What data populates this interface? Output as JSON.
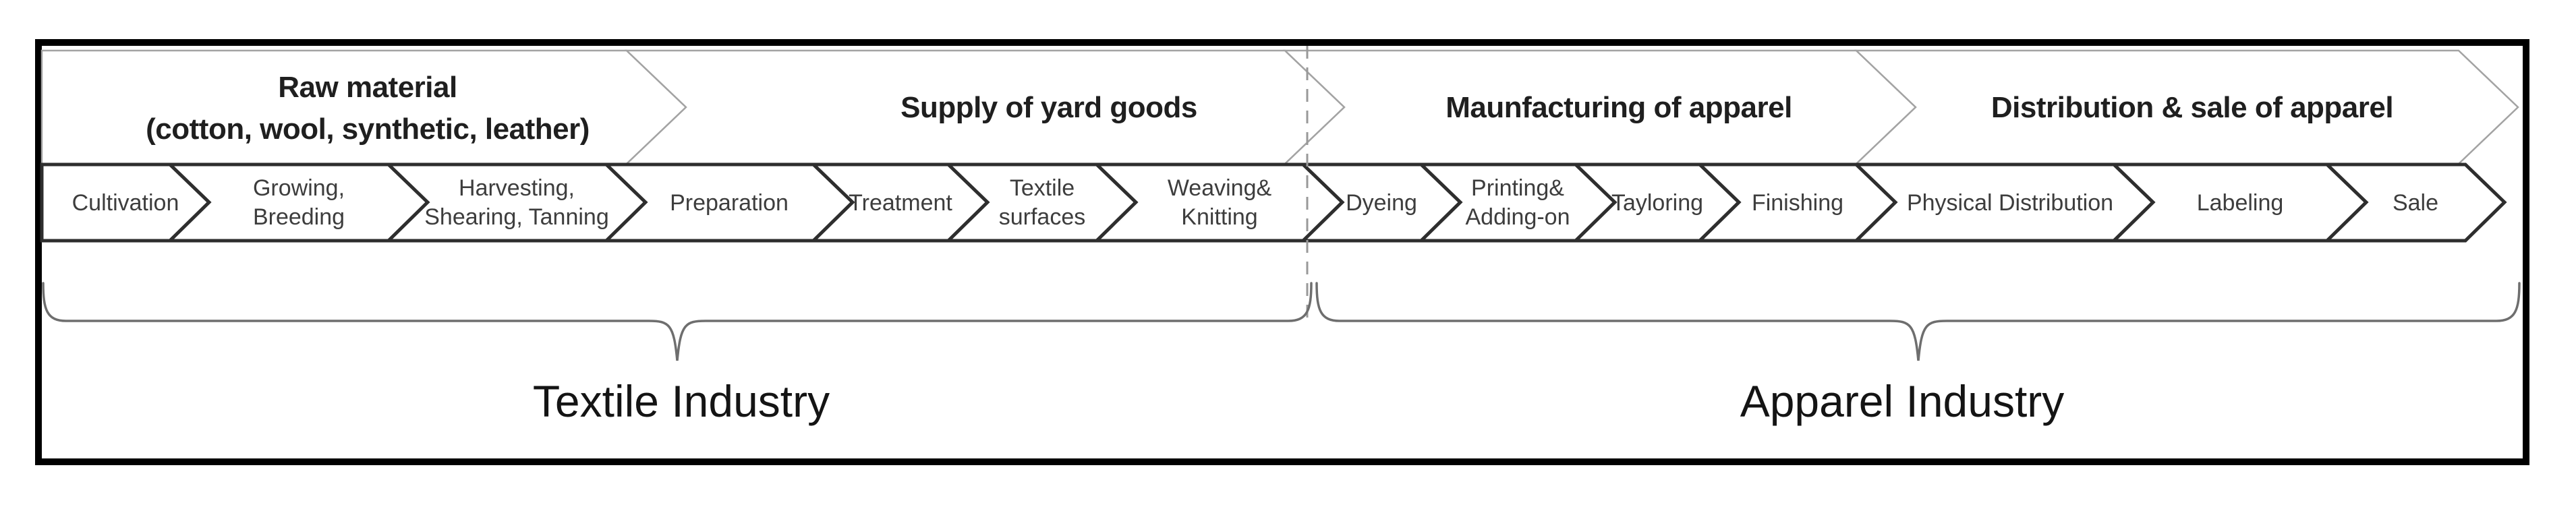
{
  "phases": [
    {
      "lines": [
        "Raw material",
        "(cotton, wool, synthetic, leather)"
      ]
    },
    {
      "lines": [
        "Supply of yard goods"
      ]
    },
    {
      "lines": [
        "Maunfacturing of apparel"
      ]
    },
    {
      "lines": [
        "Distribution & sale of apparel"
      ]
    }
  ],
  "stages": [
    {
      "lines": [
        "Cultivation"
      ]
    },
    {
      "lines": [
        "Growing,",
        "Breeding"
      ]
    },
    {
      "lines": [
        "Harvesting,",
        "Shearing, Tanning"
      ]
    },
    {
      "lines": [
        "Preparation"
      ]
    },
    {
      "lines": [
        "Treatment"
      ]
    },
    {
      "lines": [
        "Textile",
        "surfaces"
      ]
    },
    {
      "lines": [
        "Weaving&",
        "Knitting"
      ]
    },
    {
      "lines": [
        "Dyeing"
      ]
    },
    {
      "lines": [
        "Printing&",
        "Adding-on"
      ]
    },
    {
      "lines": [
        "Tayloring"
      ]
    },
    {
      "lines": [
        "Finishing"
      ]
    },
    {
      "lines": [
        "Physical Distribution"
      ]
    },
    {
      "lines": [
        "Labeling"
      ]
    },
    {
      "lines": [
        "Sale"
      ]
    }
  ],
  "industries": [
    {
      "label": "Textile Industry"
    },
    {
      "label": "Apparel Industry"
    }
  ],
  "colors": {
    "background": "#ffffff",
    "frame_border": "#000000",
    "phase_outline": "#a3a3a3",
    "stage_outline": "#2e2e2e",
    "phase_text": "#1f1f1f",
    "stage_text": "#3d3d3d",
    "industry_text": "#141414",
    "brace": "#6e6e6e",
    "divider_dash": "#999999"
  }
}
